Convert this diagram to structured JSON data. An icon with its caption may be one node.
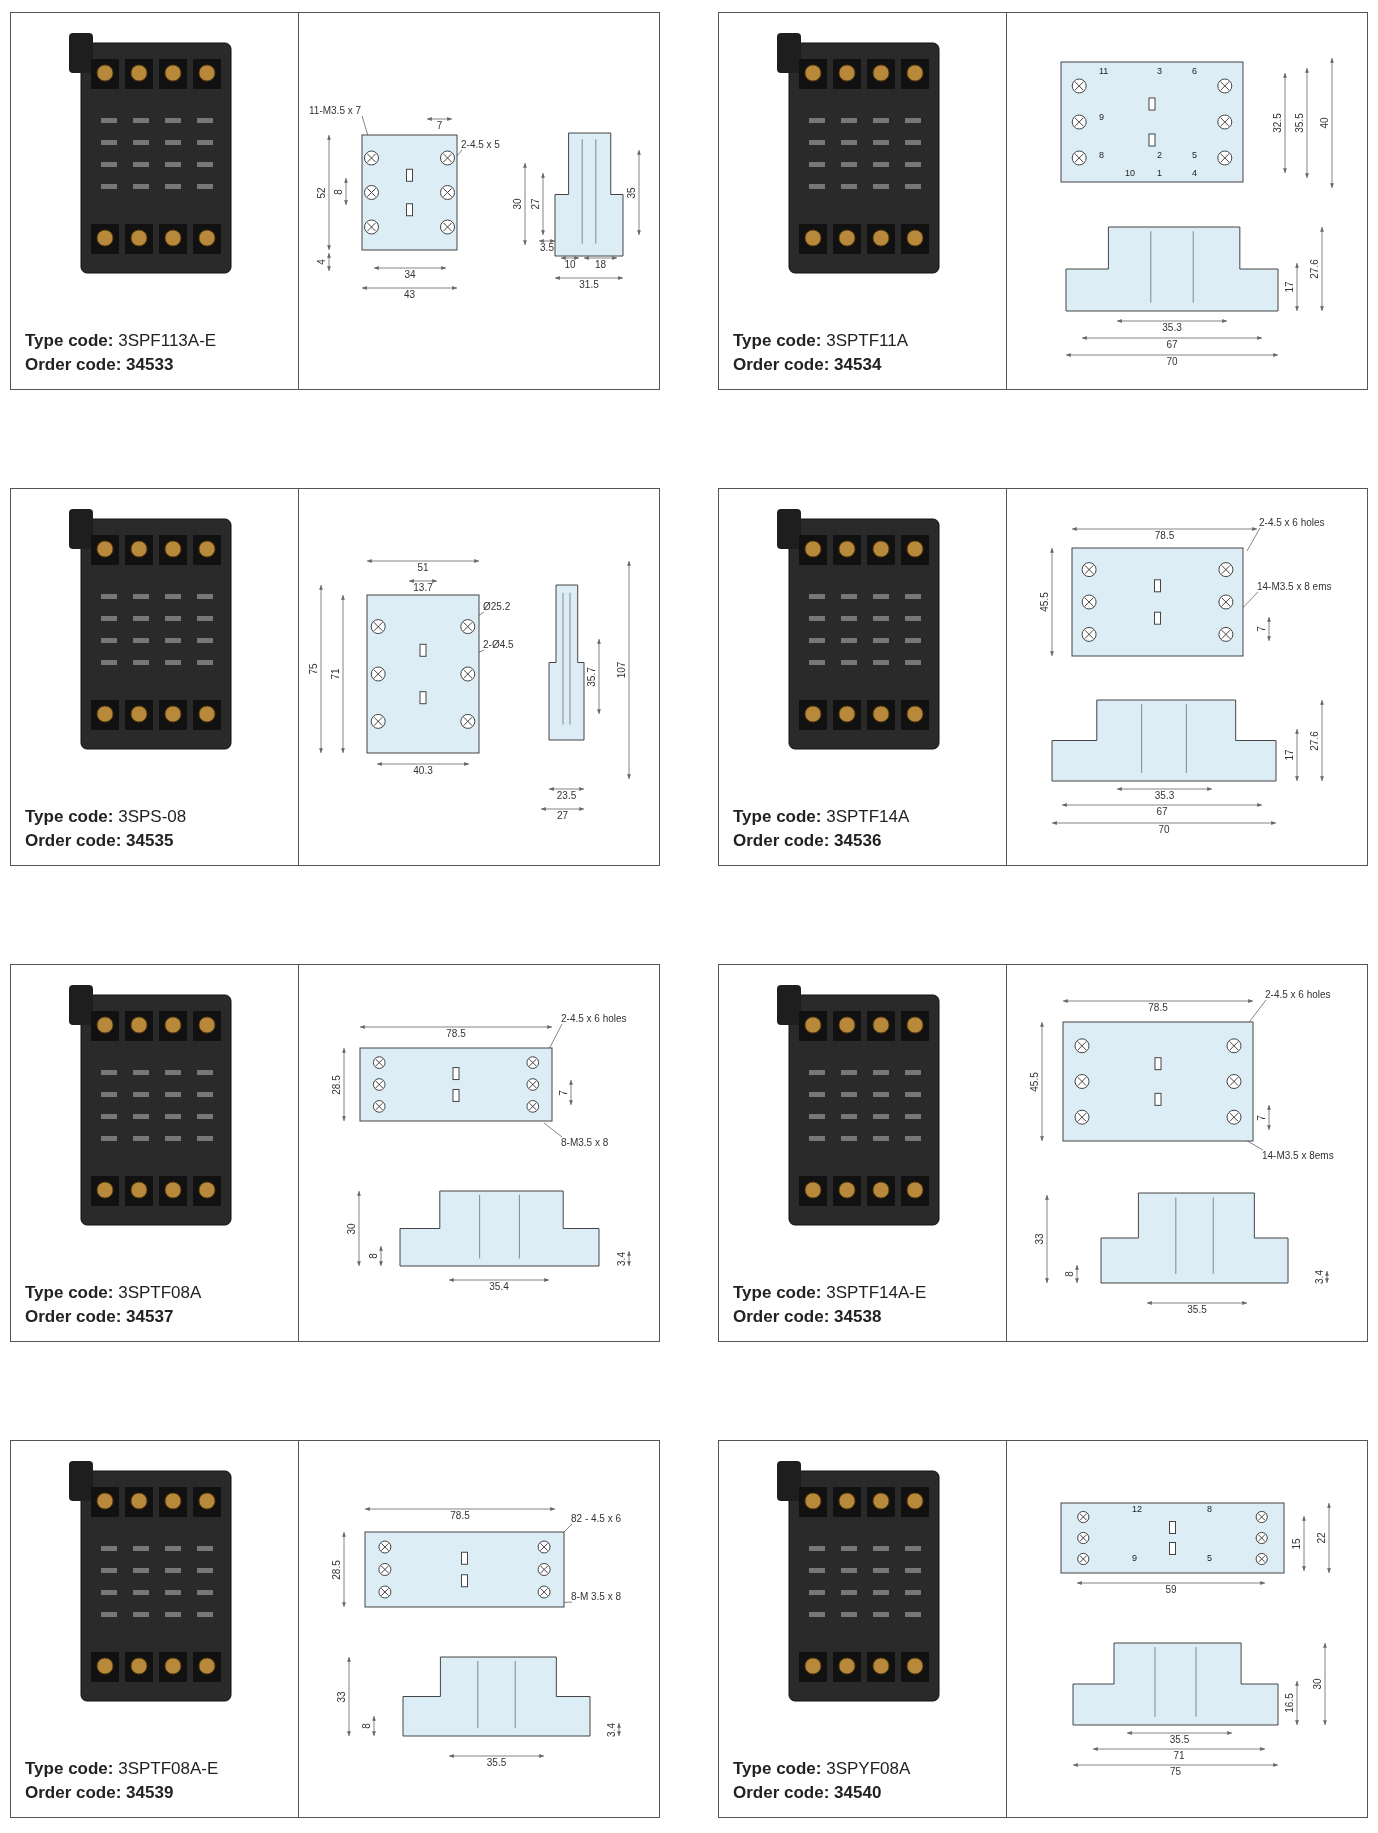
{
  "diagram": {
    "nodes": [
      {
        "text": [
          "**Type code:** 3SPF113A-E",
          "Order code: 34533"
        ]
      },
      {
        "text": [
          "11-M3.5 x 7"
        ],
        "in": 0
      },
      {
        "text": [
          "2-4.5 x 5"
        ],
        "in": 0
      },
      {
        "text": [
          "**Type code:** 3SPTF11A",
          "Order code: 34534"
        ]
      },
      {
        "text": [
          "**Type code:** 3SPS-08",
          "Order code: 34535"
        ]
      },
      {
        "text": [
          "Ø25.2"
        ],
        "in": 4
      },
      {
        "text": [
          "2-Ø4.5"
        ],
        "in": 4
      },
      {
        "text": [
          "**Type code:** 3SPTF14A",
          "Order code: 34536"
        ]
      },
      {
        "text": [
          "2-4.5 x 6 holes"
        ],
        "in": 7
      },
      {
        "text": [
          "14-M3.5 x 8 ems"
        ],
        "in": 7
      },
      {
        "text": [
          "**Type code:** 3SPTF08A",
          "Order code: 34537"
        ]
      },
      {
        "text": [
          "2-4.5 x 6 holes"
        ],
        "in": 10
      },
      {
        "text": [
          "8-M3.5 x 8"
        ],
        "in": 10
      },
      {
        "text": [
          "**Type code:** 3SPTF14A-E",
          "Order code: 34538"
        ]
      },
      {
        "text": [
          "2-4.5 x 6 holes"
        ],
        "in": 13
      },
      {
        "text": [
          "14-M3.5 x 8ems"
        ],
        "in": 13
      },
      {
        "text": [
          "**Type code:** 3SPTF08A-E",
          "Order code: 34539"
        ]
      },
      {
        "text": [
          "82 - 4.5 x 6"
        ],
        "in": 16
      },
      {
        "text": [
          "8-M 3.5 x 8"
        ],
        "in": 16
      },
      {
        "text": [
          "**Type code:** 3SPYF08A",
          "Order code: 34540"
        ]
      }
    ],
    "edges": [
      {
        "from": 1,
        "to": null,
        "arrow": "none"
      },
      {
        "from": 2,
        "to": null,
        "arrow": "none"
      },
      {
        "from": 5,
        "to": null,
        "arrow": "none"
      },
      {
        "from": 6,
        "to": null,
        "arrow": "none"
      },
      {
        "from": 8,
        "to": null,
        "arrow": "none"
      },
      {
        "from": 9,
        "to": null,
        "arrow": "none"
      },
      {
        "from": 11,
        "to": null,
        "arrow": "none"
      },
      {
        "from": 12,
        "to": null,
        "arrow": "none"
      },
      {
        "from": 14,
        "to": null,
        "arrow": "none"
      },
      {
        "from": 15,
        "to": null,
        "arrow": "none"
      },
      {
        "from": 17,
        "to": null,
        "arrow": "none"
      },
      {
        "from": 18,
        "to": null,
        "arrow": "none"
      }
    ],
    "labels": [
      "7",
      "52",
      "8",
      "30",
      "27",
      "35",
      "4",
      "3.5",
      "10",
      "18",
      "34",
      "43",
      "31.5",
      "11",
      "3",
      "6",
      "9",
      "8",
      "2",
      "5",
      "10",
      "1",
      "4",
      "32.5",
      "35.5",
      "40",
      "17",
      "27.6",
      "35.3",
      "67",
      "70",
      "51",
      "13.7",
      "75",
      "71",
      "40.3",
      "35.7",
      "107",
      "23.5",
      "27",
      "78.5",
      "45.5",
      "7",
      "17",
      "27.6",
      "35.3",
      "67",
      "70",
      "78.5",
      "28.5",
      "7",
      "30",
      "8",
      "3.4",
      "35.4",
      "78.5",
      "45.5",
      "7",
      "33",
      "8",
      "3.4",
      "35.5",
      "78.5",
      "28.5",
      "33",
      "8",
      "3.4",
      "35.5",
      "12",
      "9",
      "8",
      "5",
      "15",
      "22",
      "59",
      "16.5",
      "30",
      "35.5",
      "71",
      "75"
    ]
  }
}
